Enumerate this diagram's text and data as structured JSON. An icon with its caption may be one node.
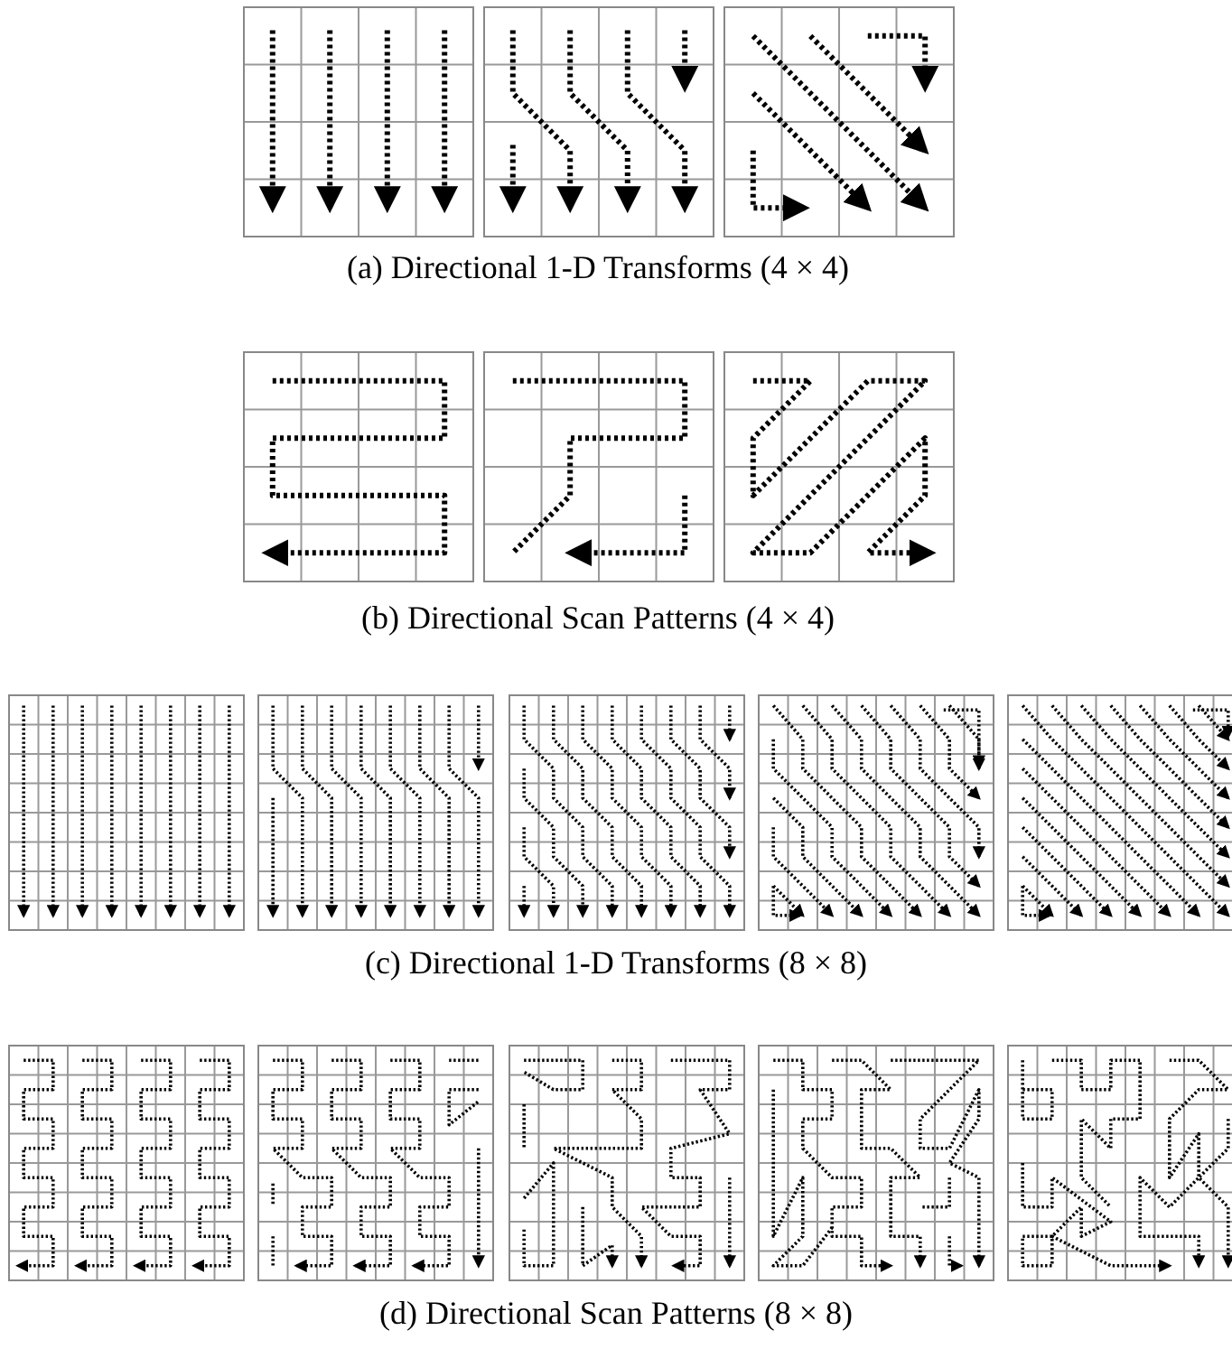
{
  "diagram": {
    "labels": [
      "(a) Directional 1-D Transforms (4 × 4)",
      "(b) Directional Scan Patterns (4 × 4)",
      "(c) Directional 1-D Transforms (8 × 8)",
      "(d) Directional Scan Patterns (8 × 8)"
    ]
  }
}
